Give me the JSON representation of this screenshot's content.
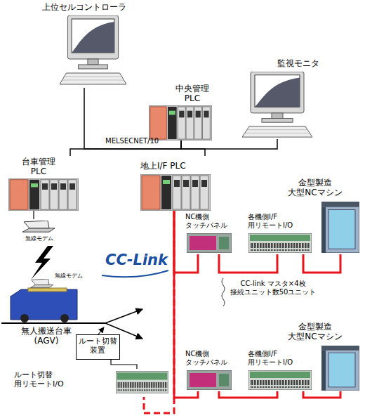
{
  "diagram": {
    "nodes": [
      {
        "text": [
          "上位セルコントローラ"
        ]
      },
      {
        "text": [
          "中央管理 PLC"
        ]
      },
      {
        "text": [
          "監視モニタ"
        ]
      },
      {
        "text": [
          "台車管理 PLC"
        ]
      },
      {
        "text": [
          "地上I/F PLC"
        ]
      },
      {
        "text": [
          "無線モデム"
        ]
      },
      {
        "text": [
          "無人搬送台車 (AGV)"
        ]
      },
      {
        "text": [
          "無線モデム"
        ],
        "in": 6
      },
      {
        "text": [
          "ルート切替 装置"
        ]
      },
      {
        "text": [
          "ルート切替 用リモートI/O"
        ]
      },
      {
        "text": [
          "NC機側 タッチパネル"
        ]
      },
      {
        "text": [
          "各機側I/F 用リモートI/O"
        ]
      },
      {
        "text": [
          "金型製造 大型NCマシン"
        ]
      },
      {
        "text": [
          "NC機側 タッチパネル"
        ]
      },
      {
        "text": [
          "各機側I/F 用リモートI/O"
        ]
      },
      {
        "text": [
          "金型製造 大型NCマシン"
        ]
      }
    ],
    "edges": [
      {
        "from": 0,
        "to": 1,
        "arrow": "none"
      },
      {
        "from": 2,
        "to": 1,
        "arrow": "none"
      },
      {
        "from": 3,
        "to": 1,
        "arrow": "none"
      },
      {
        "from": 4,
        "to": 1,
        "arrow": "none"
      },
      {
        "from": 3,
        "to": 5,
        "arrow": "none"
      },
      {
        "from": 4,
        "to": 10,
        "arrow": "none"
      },
      {
        "from": 10,
        "to": 11,
        "arrow": "none"
      },
      {
        "from": 11,
        "to": 12,
        "arrow": "none"
      },
      {
        "from": 4,
        "to": 13,
        "arrow": "none"
      },
      {
        "from": 13,
        "to": 14,
        "arrow": "none"
      },
      {
        "from": 14,
        "to": 15,
        "arrow": "none"
      },
      {
        "from": 4,
        "to": 9,
        "arrow": "none"
      },
      {
        "from": 8,
        "to": 9,
        "arrow": "none"
      }
    ],
    "labels": [
      "MELSECNET/10",
      "CC-Link",
      "CC-link マスタ×4枚 接続ユニット数50ユニット"
    ]
  }
}
